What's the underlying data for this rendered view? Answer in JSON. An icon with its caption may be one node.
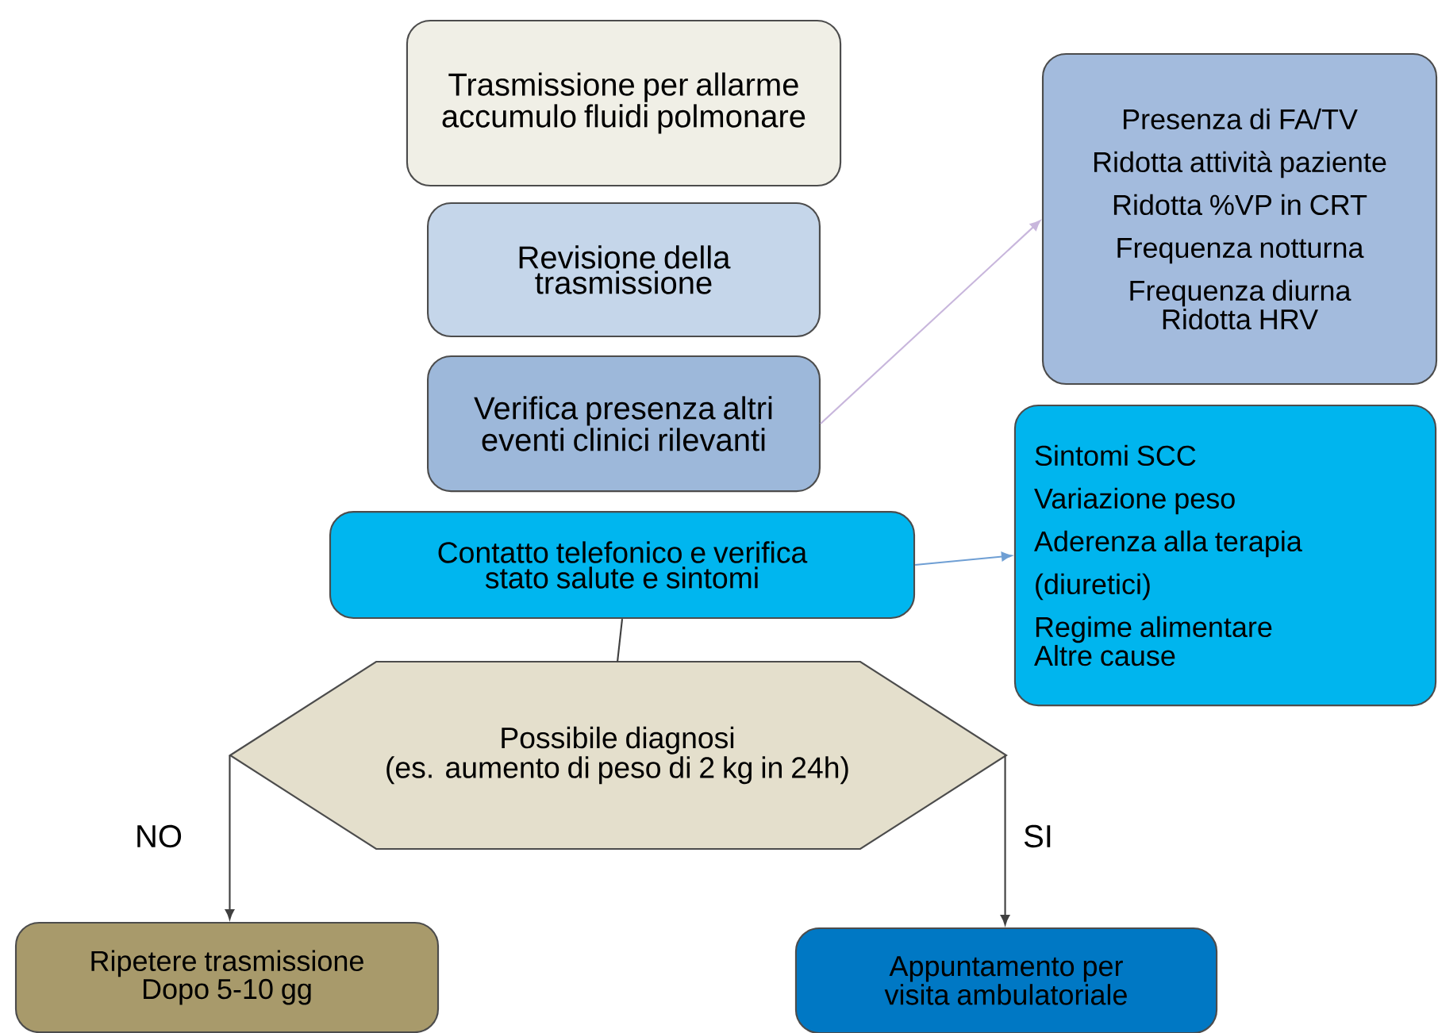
{
  "diagram": {
    "nodes": [
      {
        "text": [
          "Trasmissione per allarme accumulo fluidi polmonare"
        ]
      },
      {
        "text": [
          "Revisione della trasmissione"
        ]
      },
      {
        "text": [
          "Verifica presenza altri eventi clinici rilevanti"
        ]
      },
      {
        "text": [
          "Contatto telefonico e verifica stato salute e sintomi"
        ]
      },
      {
        "text": [
          "Presenza di FA/TV",
          "Ridotta attività paziente",
          "Ridotta %VP in CRT",
          "Frequenza notturna",
          "Frequenza diurna",
          "Ridotta HRV"
        ]
      },
      {
        "text": [
          "Sintomi SCC",
          "Variazione peso",
          "Aderenza alla terapia (diuretici)",
          "Regime alimentare",
          "Altre cause"
        ]
      },
      {
        "text": [
          "Possibile diagnosi",
          "(es. aumento di peso di 2 kg in 24h)"
        ]
      },
      {
        "text": [
          "Ripetere trasmissione Dopo 5-10 gg"
        ]
      },
      {
        "text": [
          "Appuntamento per visita ambulatoriale"
        ]
      }
    ],
    "edges": [
      {
        "from": 2,
        "to": 4,
        "arrow": "to",
        "color": "#c8b6dc"
      },
      {
        "from": 3,
        "to": 5,
        "arrow": "to",
        "color": "#6f9fd4"
      },
      {
        "from": 3,
        "to": 6,
        "arrow": "none"
      },
      {
        "from": 6,
        "to": 7,
        "arrow": "to"
      },
      {
        "from": 6,
        "to": 8,
        "arrow": "to"
      }
    ],
    "labels": [
      "NO",
      "SI"
    ]
  }
}
